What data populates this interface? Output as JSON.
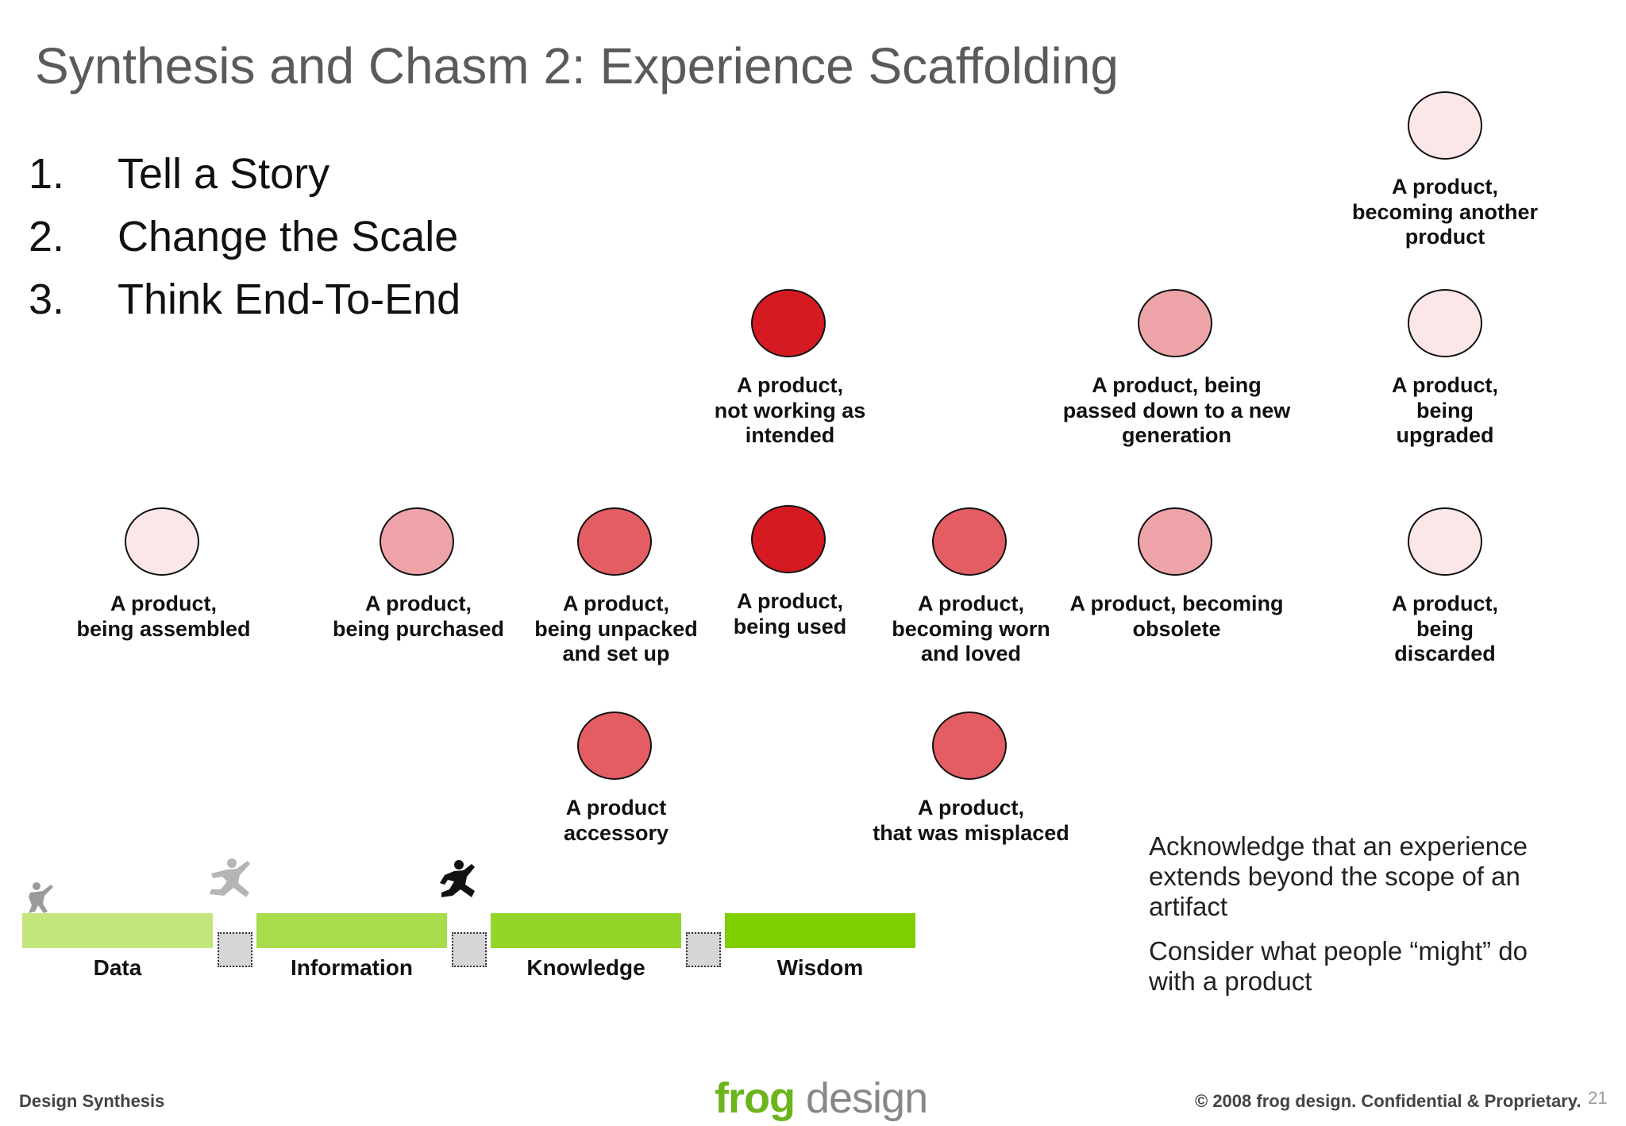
{
  "title": "Synthesis and Chasm 2: Experience Scaffolding",
  "list": [
    {
      "num": "1.",
      "text": "Tell a Story"
    },
    {
      "num": "2.",
      "text": "Change the Scale"
    },
    {
      "num": "3.",
      "text": "Think End-To-End"
    }
  ],
  "nodes": [
    {
      "label": "A product,\nbecoming another\nproduct",
      "color": "#fbe6e8"
    },
    {
      "label": "A product,\nnot working as\nintended",
      "color": "#d61a22"
    },
    {
      "label": "A product, being\npassed down to a new\ngeneration",
      "color": "#eda3a7"
    },
    {
      "label": "A product,\nbeing\nupgraded",
      "color": "#fbe6e8"
    },
    {
      "label": "A product,\nbeing assembled",
      "color": "#fbe6e8"
    },
    {
      "label": "A product,\nbeing purchased",
      "color": "#eda3a7"
    },
    {
      "label": "A product,\nbeing unpacked\nand set up",
      "color": "#e35d63"
    },
    {
      "label": "A product,\nbeing used",
      "color": "#d61a22"
    },
    {
      "label": "A product,\nbecoming worn\nand loved",
      "color": "#e35d63"
    },
    {
      "label": "A product, becoming\nobsolete",
      "color": "#eda3a7"
    },
    {
      "label": "A product,\nbeing\ndiscarded",
      "color": "#fbe6e8"
    },
    {
      "label": "A product\naccessory",
      "color": "#e35d63"
    },
    {
      "label": "A product,\nthat was misplaced",
      "color": "#e35d63"
    }
  ],
  "stages": [
    {
      "label": "Data",
      "color": "#c2e67c"
    },
    {
      "label": "Information",
      "color": "#a8dc4a"
    },
    {
      "label": "Knowledge",
      "color": "#93d629"
    },
    {
      "label": "Wisdom",
      "color": "#7fcf00"
    }
  ],
  "notes": [
    "Acknowledge that an experience extends beyond the scope of an artifact",
    "Consider what people “might” do with a product"
  ],
  "footer": {
    "left": "Design Synthesis",
    "logo_frog": "frog",
    "logo_design": " design",
    "right": "© 2008 frog design. Confidential & Proprietary.",
    "page": "21"
  }
}
